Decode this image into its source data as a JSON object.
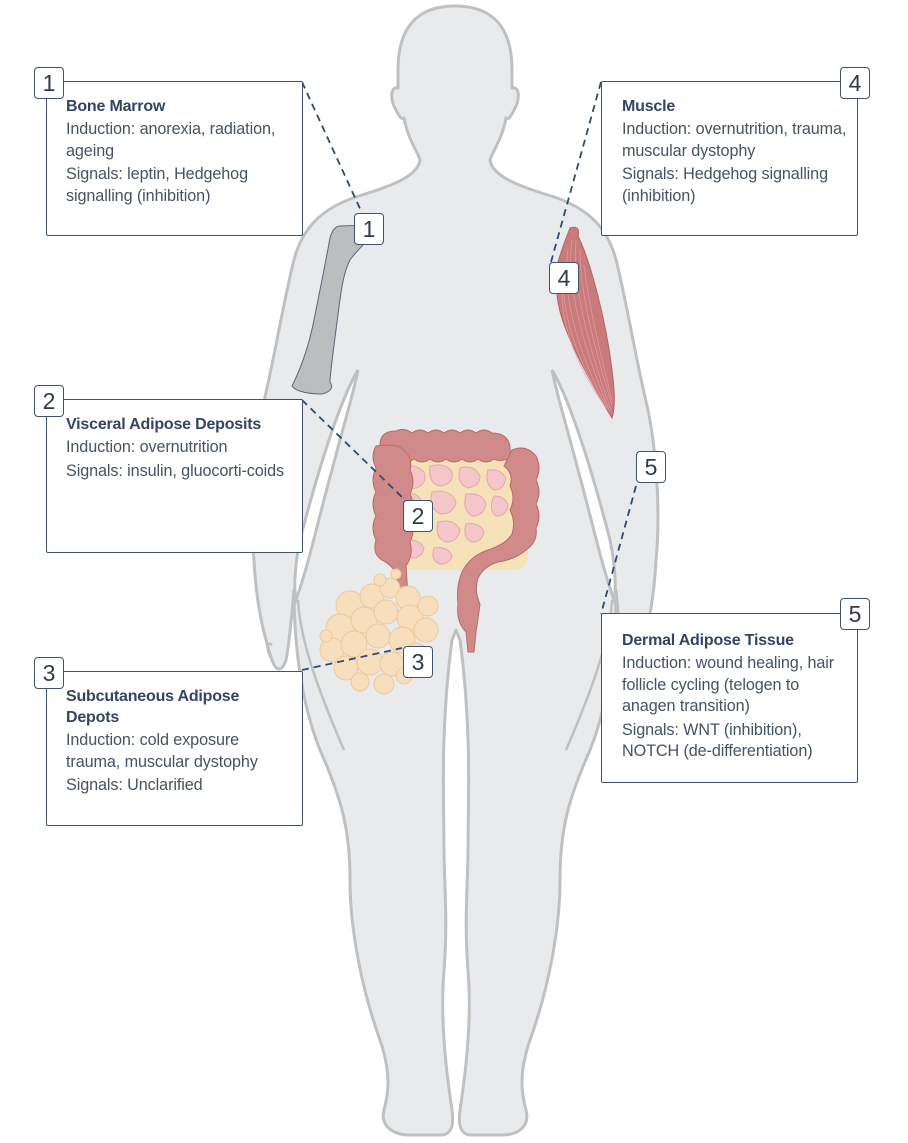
{
  "figure": {
    "subject": "human body silhouette with adipose tissue locations",
    "colors": {
      "body_fill": "#e9eaec",
      "body_stroke": "#bfc0c2",
      "box_border": "#3d5370",
      "title_text": "#344563",
      "body_text": "#465266",
      "bone": "#bcbdbf",
      "muscle": "#c97a7a",
      "intestine": "#d08a8a",
      "fat": "#f7dfbd"
    }
  },
  "callouts": [
    {
      "number": "1",
      "title": "Bone Marrow",
      "induction": "Induction: anorexia, radiation, ageing",
      "signals": "Signals: leptin, Hedgehog signalling (inhibition)"
    },
    {
      "number": "2",
      "title": "Visceral Adipose Deposits",
      "induction": "Induction: overnutrition",
      "signals": "Signals: insulin, gluocorti-coids"
    },
    {
      "number": "3",
      "title": "Subcutaneous Adipose Depots",
      "induction": "Induction: cold exposure trauma, muscular dystophy",
      "signals": "Signals: Unclarified"
    },
    {
      "number": "4",
      "title": "Muscle",
      "induction": "Induction: overnutrition, trauma, muscular dystophy",
      "signals": "Signals: Hedgehog signalling (inhibition)"
    },
    {
      "number": "5",
      "title": "Dermal Adipose Tissue",
      "induction": "Induction: wound healing, hair follicle cycling (telogen to anagen transition)",
      "signals": "Signals: WNT (inhibition), NOTCH (de-differentiation)"
    }
  ],
  "markers": [
    {
      "number": "1",
      "organ": "bone-humerus"
    },
    {
      "number": "2",
      "organ": "intestine"
    },
    {
      "number": "3",
      "organ": "subcutaneous-fat"
    },
    {
      "number": "4",
      "organ": "bicep-muscle"
    },
    {
      "number": "5",
      "organ": "skin-thigh"
    }
  ]
}
